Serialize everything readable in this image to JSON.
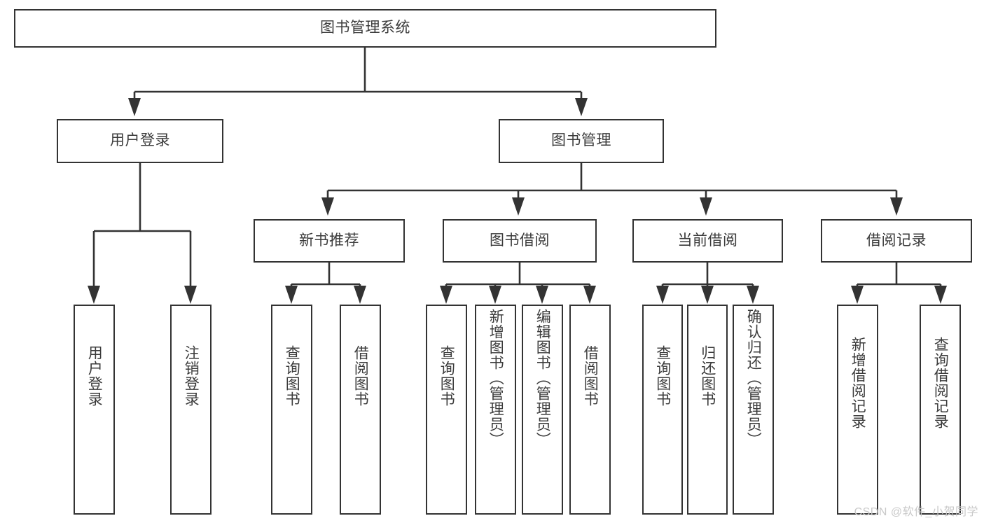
{
  "diagram": {
    "title": "图书管理系统",
    "type": "hierarchy-tree",
    "colors": {
      "box_border": "#333333",
      "box_fill": "#ffffff",
      "text": "#3b3b3b",
      "edge": "#333333",
      "watermark": "#c9c9c9",
      "background": "#ffffff"
    },
    "levels": {
      "root": {
        "label": "图书管理系统"
      },
      "level2": [
        {
          "label": "用户登录"
        },
        {
          "label": "图书管理"
        }
      ],
      "level3": [
        {
          "label": "新书推荐"
        },
        {
          "label": "图书借阅"
        },
        {
          "label": "当前借阅"
        },
        {
          "label": "借阅记录"
        }
      ],
      "leaves": {
        "user_login": [
          {
            "label": "用户登录"
          },
          {
            "label": "注销登录"
          }
        ],
        "new_book_recommend": [
          {
            "label": "查询图书"
          },
          {
            "label": "借阅图书"
          }
        ],
        "book_borrow": [
          {
            "label": "查询图书"
          },
          {
            "label": "新增图书（管理员）"
          },
          {
            "label": "编辑图书（管理员）"
          },
          {
            "label": "借阅图书"
          }
        ],
        "current_borrow": [
          {
            "label": "查询图书"
          },
          {
            "label": "归还图书"
          },
          {
            "label": "确认归还（管理员）"
          }
        ],
        "borrow_record": [
          {
            "label": "新增借阅记录"
          },
          {
            "label": "查询借阅记录"
          }
        ]
      }
    }
  },
  "watermark": {
    "text": "CSDN @软件_小贺同学"
  }
}
